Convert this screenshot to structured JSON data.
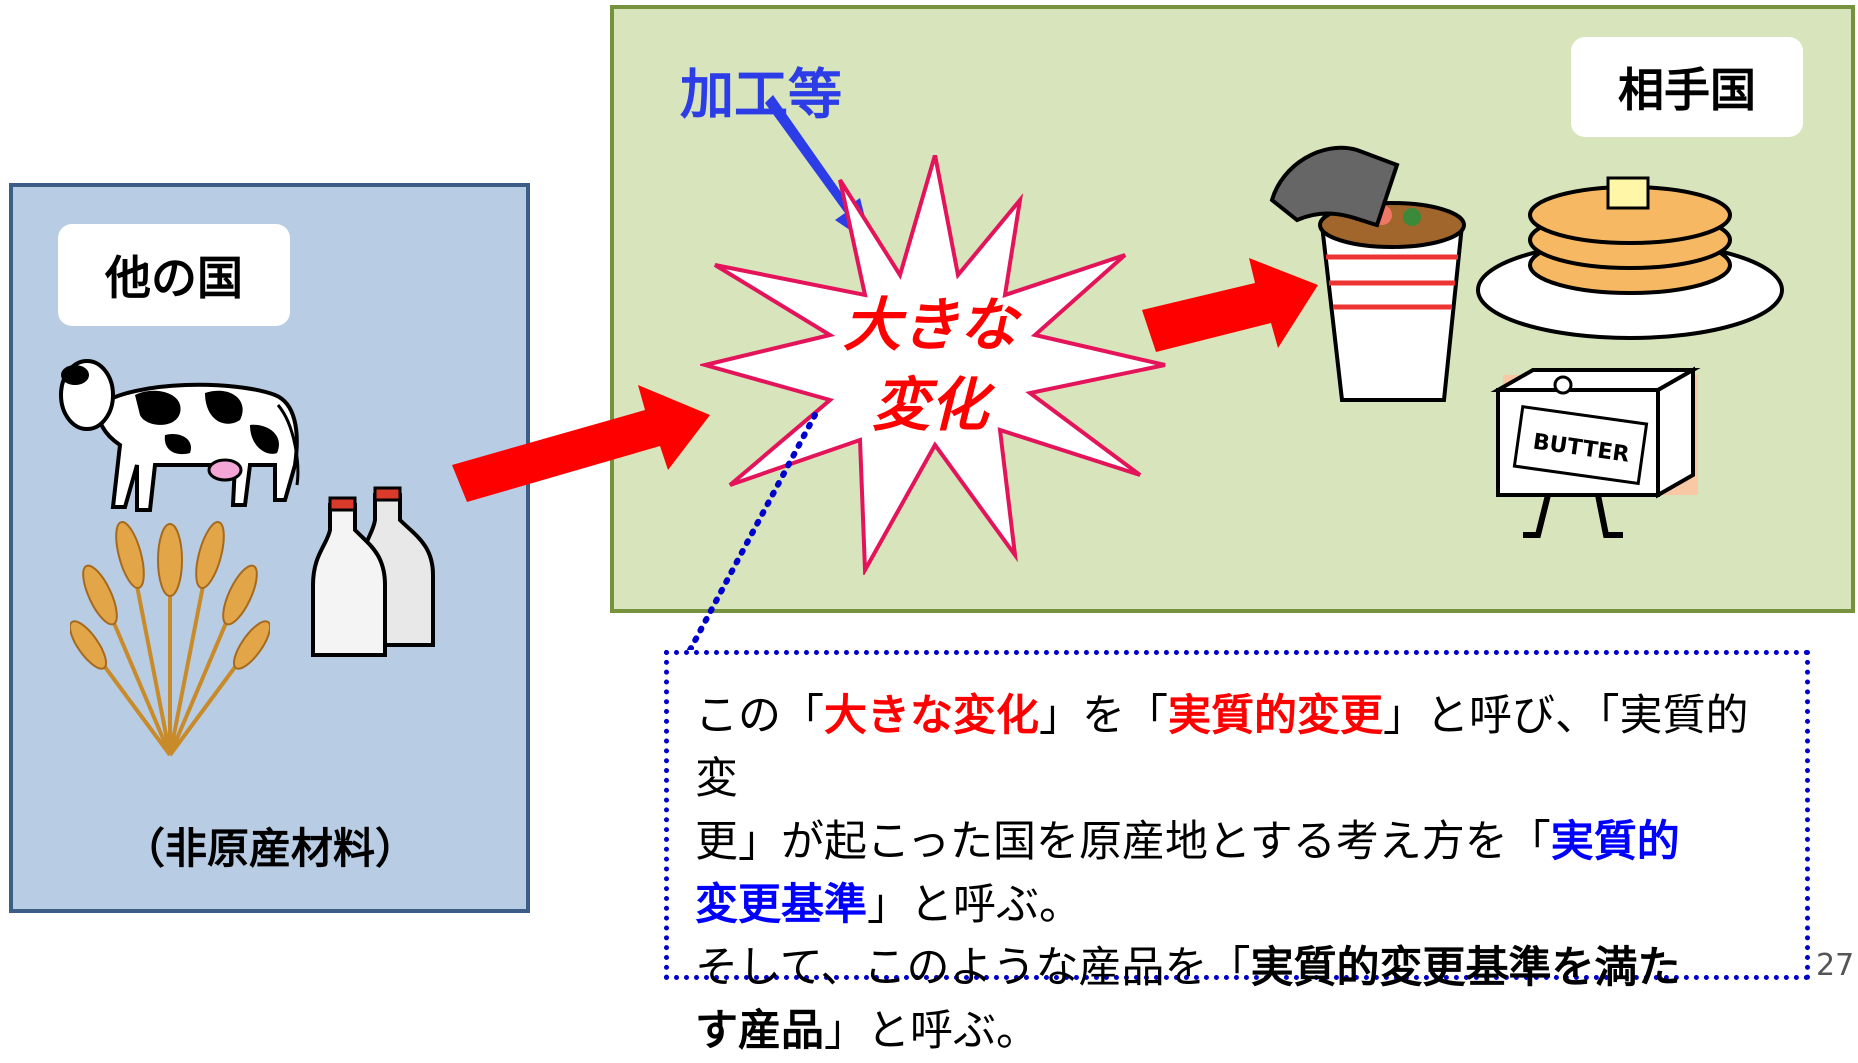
{
  "left_panel": {
    "label": "他の国",
    "caption": "（非原産材料）"
  },
  "right_panel": {
    "label": "相手国"
  },
  "process_label": "加工等",
  "burst": {
    "line1": "大きな",
    "line2": "変化"
  },
  "note": {
    "l1_a": "この「",
    "l1_b": "大きな変化",
    "l1_c": "」を「",
    "l1_d": "実質的変更",
    "l1_e": "」と呼び、「実質的変",
    "l2_a": "更」が起こった国を原産地とする考え方を「",
    "l2_b": "実質的",
    "l3_a": "変更基準",
    "l3_b": "」と呼ぶ。",
    "l4_a": "そして、このような産品を「",
    "l4_b": "実質的変更基準を満た",
    "l5_a": "す産品",
    "l5_b": "」と呼ぶ。"
  },
  "butter_text": "BUTTER",
  "page_number": "27",
  "colors": {
    "left_bg": "#b8cce4",
    "right_bg": "#d7e4bc",
    "arrow": "#ff0000",
    "blue_text": "#2c3de8"
  }
}
